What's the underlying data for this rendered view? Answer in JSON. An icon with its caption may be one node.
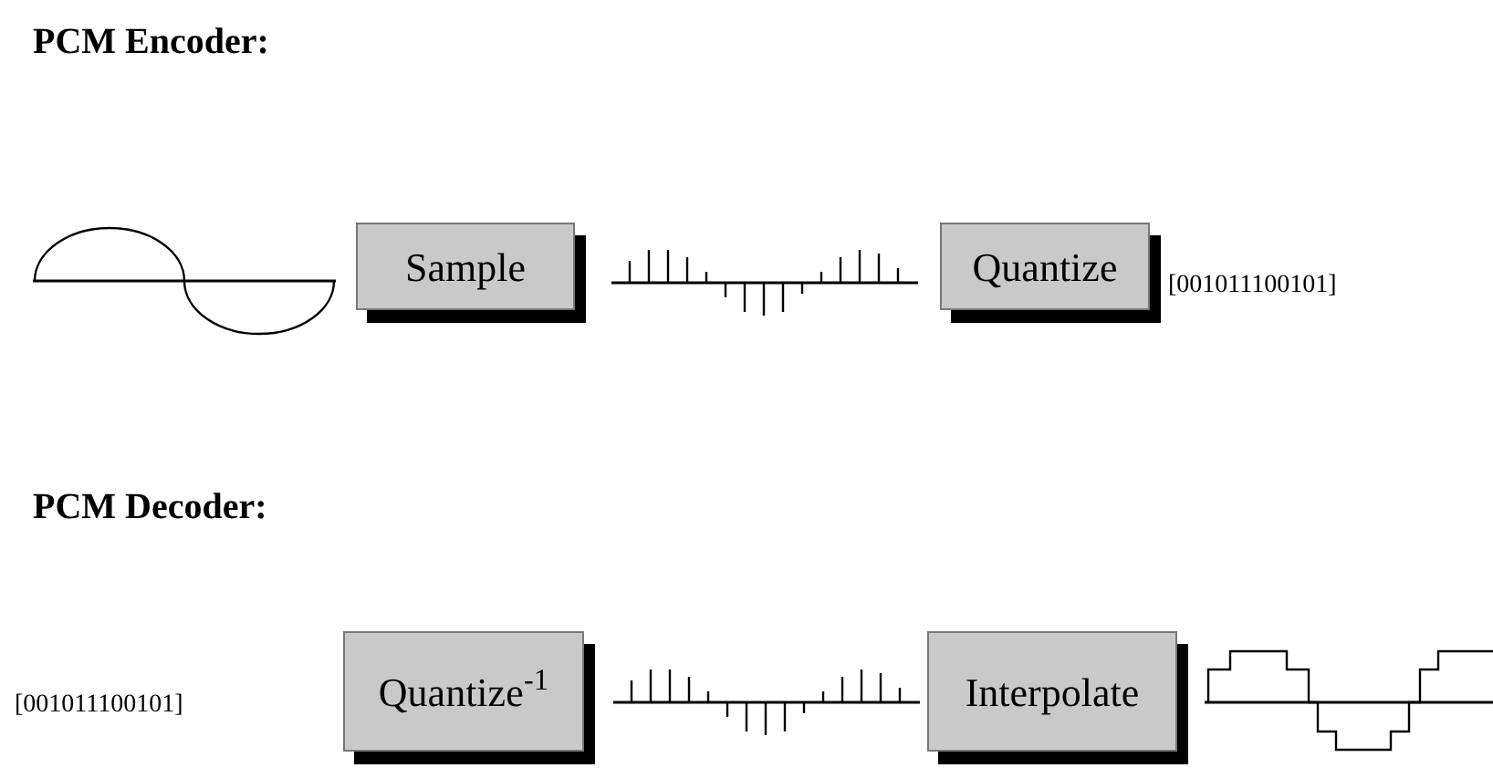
{
  "diagram": {
    "nodes": [
      {
        "text": [
          "Sample"
        ]
      },
      {
        "text": [
          "Quantize"
        ]
      },
      {
        "text": [
          "Quantize$^{-1}$"
        ]
      },
      {
        "text": [
          "Interpolate"
        ]
      }
    ],
    "labels": [
      "PCM Encoder:",
      "[001011100101]",
      "PCM Decoder:",
      "[001011100101]"
    ]
  }
}
